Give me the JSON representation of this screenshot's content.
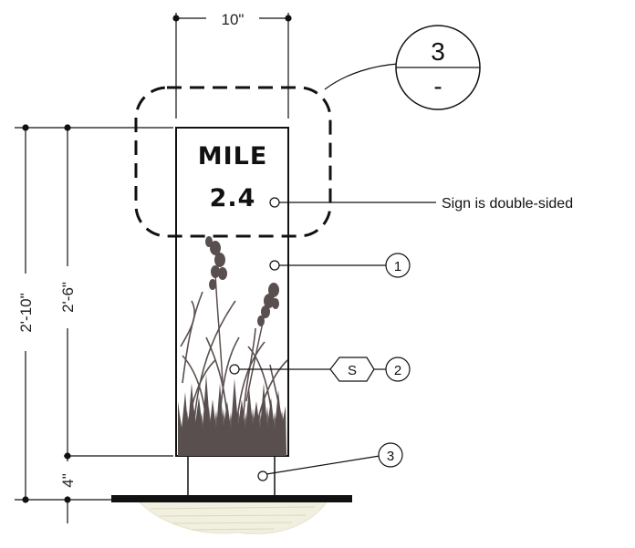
{
  "dimensions": {
    "width": "10\"",
    "overall_height": "2'-10\"",
    "sign_height": "2'-6\"",
    "base_height": "4\""
  },
  "sign": {
    "line1": "MILE",
    "line2": "2.4"
  },
  "detail_callout": {
    "number": "3",
    "sheet": "-"
  },
  "note": "Sign is double-sided",
  "keynotes": [
    {
      "label": "1"
    },
    {
      "label": "2",
      "tag": "S"
    },
    {
      "label": "3"
    }
  ],
  "colors": {
    "line": "#111111",
    "grass": "#5a4f4f",
    "ground": "#f1efdf"
  }
}
